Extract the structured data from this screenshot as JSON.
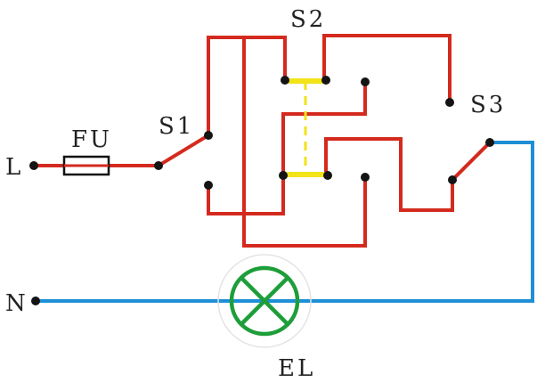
{
  "labels": {
    "live": "L",
    "neutral": "N",
    "fuse": "FU",
    "switch1": "S1",
    "switch2": "S2",
    "switch3": "S3",
    "lamp": "EL"
  },
  "colors": {
    "phase_wire": "#d42a1e",
    "neutral_wire": "#1e8fd6",
    "lamp": "#1e9e3a",
    "switch_bar": "#f2e31a",
    "terminal": "#141414",
    "fuse_outline": "#111111"
  }
}
